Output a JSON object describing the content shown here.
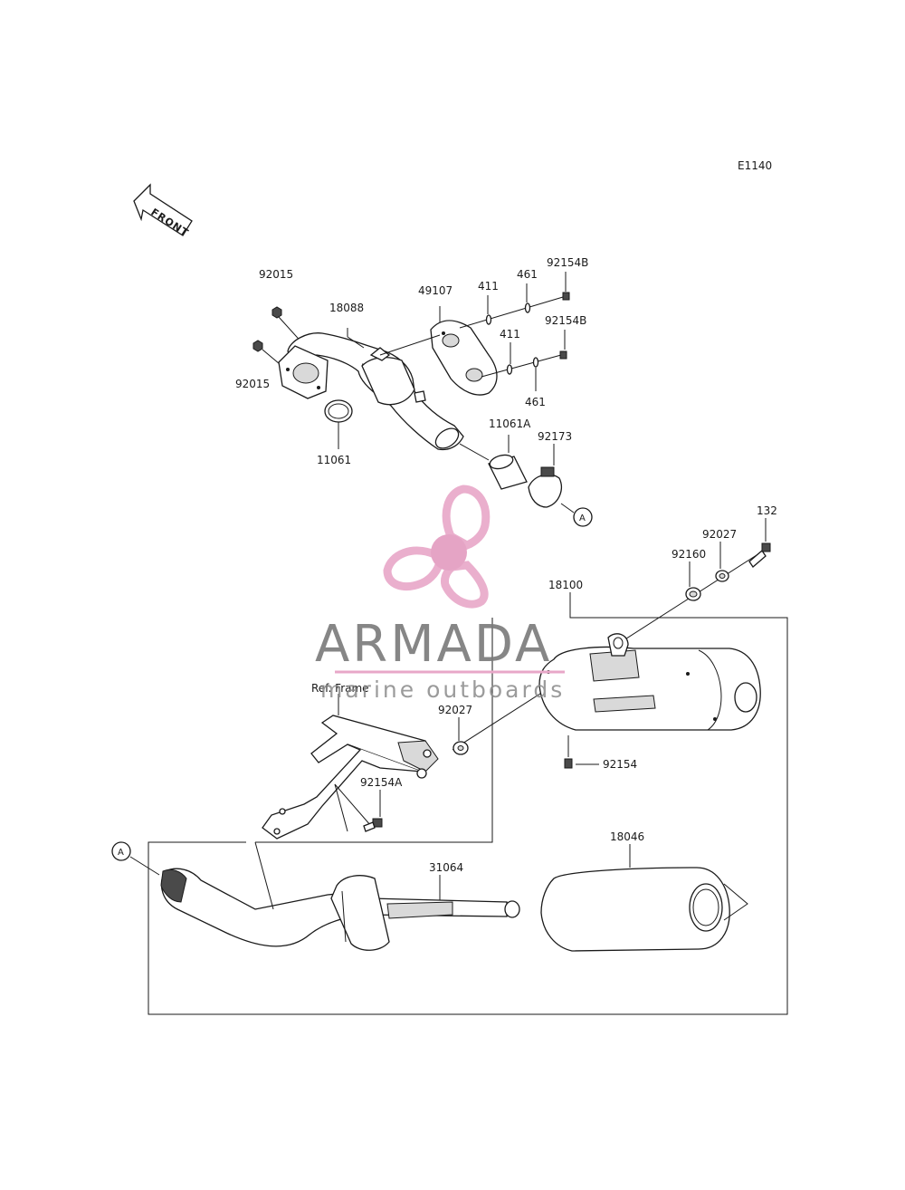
{
  "diagram_code": "E1140",
  "front_label": "FRONT",
  "ref_label": "Ref. Frame",
  "callout_a": "A",
  "parts": {
    "p92015_top": "92015",
    "p92015_left": "92015",
    "p18088": "18088",
    "p49107": "49107",
    "p411_top": "411",
    "p461_top": "461",
    "p92154b_top": "92154B",
    "p411_bot": "411",
    "p92154b_bot": "92154B",
    "p461_bot": "461",
    "p11061": "11061",
    "p11061a": "11061A",
    "p92173": "92173",
    "p132": "132",
    "p92027_top": "92027",
    "p92160": "92160",
    "p18100": "18100",
    "p92027_mid": "92027",
    "p92154": "92154",
    "p92154a": "92154A",
    "p31064": "31064",
    "p18046": "18046"
  },
  "watermark": {
    "brand": "ARMADA",
    "tagline": "marine outboards",
    "logo_name": "propeller-logo",
    "colors": {
      "pink": "#e8a7c8",
      "pink_dark": "#e39bbf",
      "gray": "#7a7a7a"
    }
  }
}
